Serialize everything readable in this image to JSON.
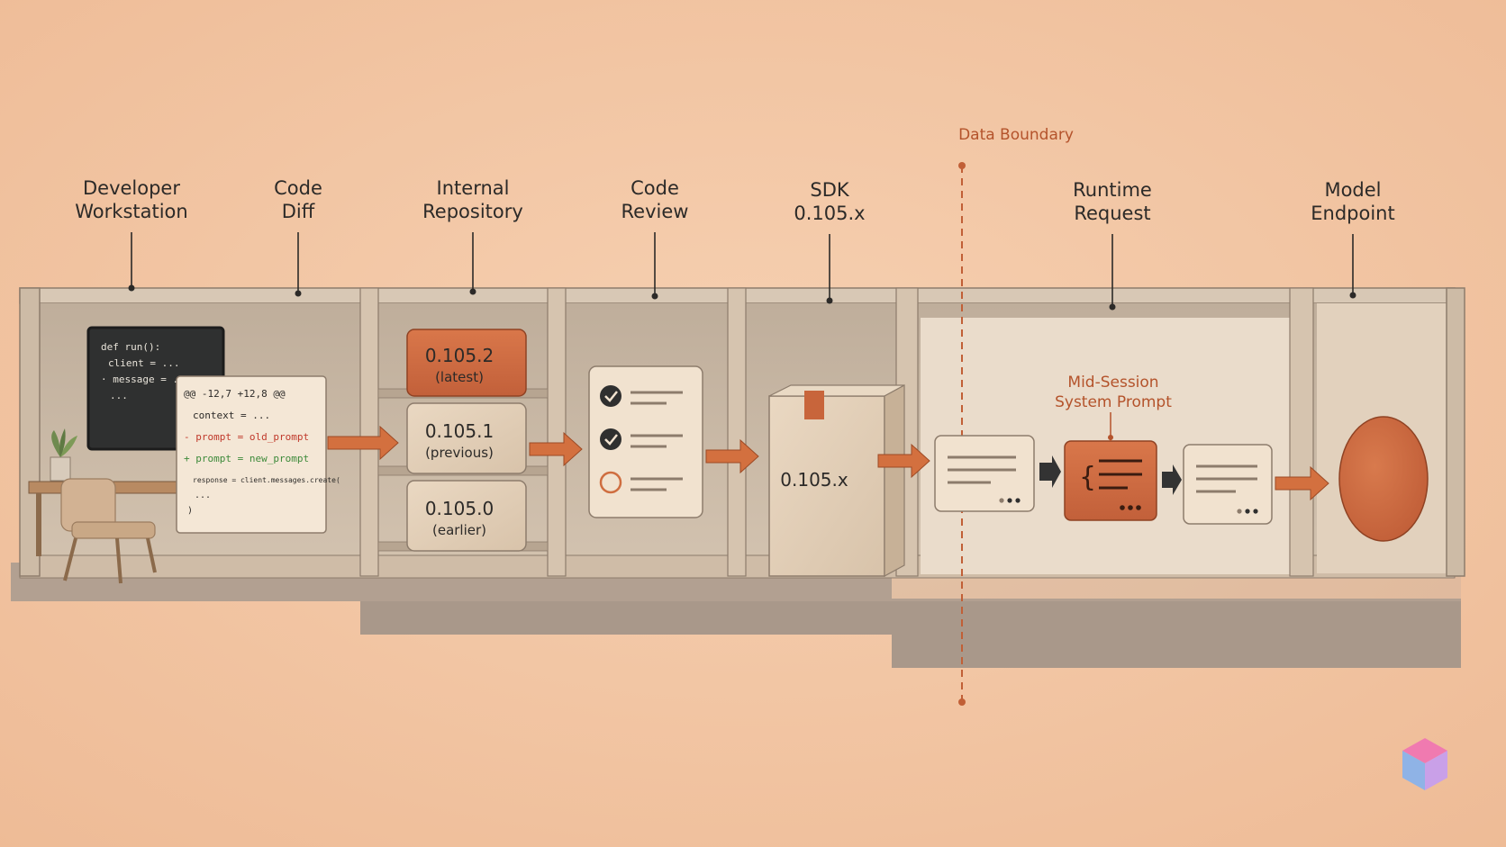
{
  "stages": [
    {
      "id": "developer-workstation",
      "lines": [
        "Developer",
        "Workstation"
      ]
    },
    {
      "id": "code-diff",
      "lines": [
        "Code",
        "Diff"
      ]
    },
    {
      "id": "internal-repository",
      "lines": [
        "Internal",
        "Repository"
      ]
    },
    {
      "id": "code-review",
      "lines": [
        "Code",
        "Review"
      ]
    },
    {
      "id": "sdk",
      "lines": [
        "SDK",
        "0.105.x"
      ]
    },
    {
      "id": "runtime-request",
      "lines": [
        "Runtime",
        "Request"
      ]
    },
    {
      "id": "model-endpoint",
      "lines": [
        "Model",
        "Endpoint"
      ]
    }
  ],
  "boundary": {
    "label": "Data Boundary"
  },
  "monitor_code": [
    "def run():",
    "client = ...",
    "· message = ...",
    "..."
  ],
  "diff": {
    "hunk": "@@ -12,7 +12,8 @@",
    "context": "context = ...",
    "removed": "- prompt = old_prompt",
    "added": "+ prompt = new_prompt",
    "response": "response = client.messages.create(",
    "ellipsis": "...",
    "close": ")"
  },
  "versions": [
    {
      "version": "0.105.2",
      "note": "(latest)",
      "highlight": true
    },
    {
      "version": "0.105.1",
      "note": "(previous)",
      "highlight": false
    },
    {
      "version": "0.105.0",
      "note": "(earlier)",
      "highlight": false
    }
  ],
  "review": {
    "items": [
      "checked",
      "checked",
      "open"
    ]
  },
  "sdk_package": {
    "label": "0.105.x"
  },
  "mid_session": {
    "lines": [
      "Mid-Session",
      "System Prompt"
    ]
  },
  "colors": {
    "accent": "#cf6d3f",
    "accent_dark": "#b4532b",
    "background": "#f1c4a2",
    "stone": "#cbb7a1",
    "cream": "#f3e5d2",
    "text": "#2c2a28"
  }
}
